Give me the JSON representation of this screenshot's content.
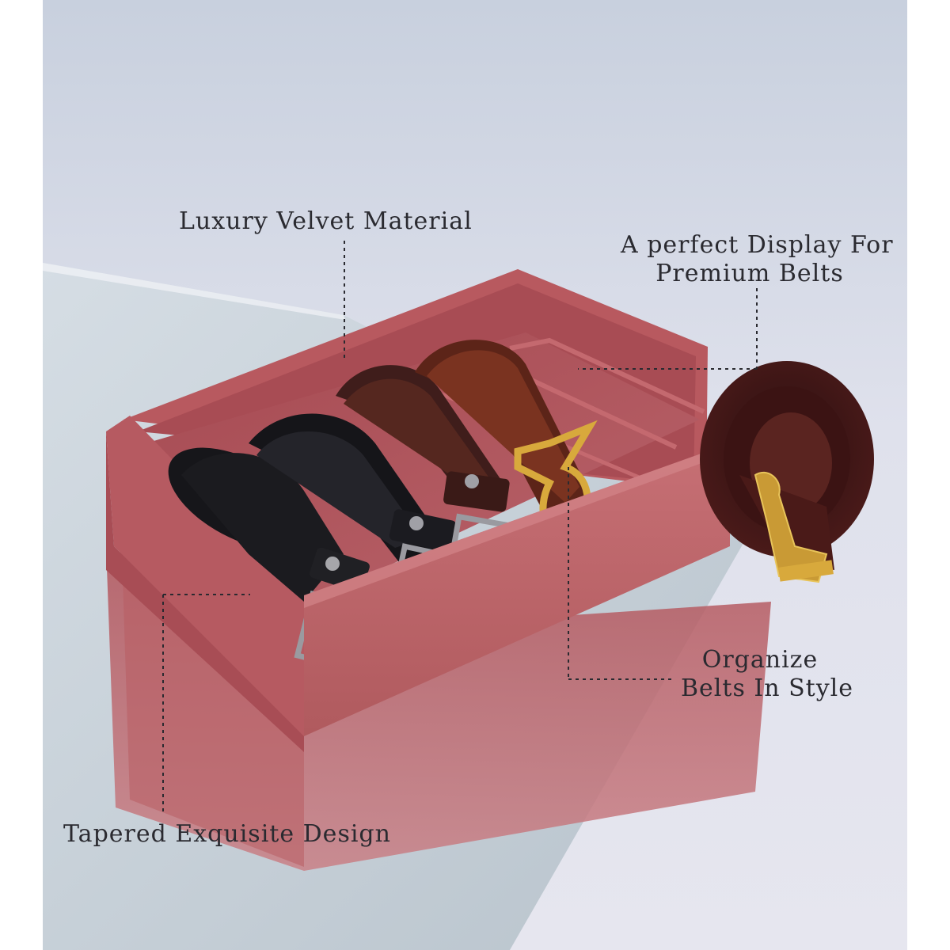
{
  "callouts": {
    "velvet": "Luxury Velvet Material",
    "display_line1": "A perfect Display For",
    "display_line2": "Premium Belts",
    "organize_line1": "Organize",
    "organize_line2": "Belts In Style",
    "tapered": "Tapered Exquisite Design"
  },
  "colors": {
    "velvet": "#b2565c",
    "velvet_light": "#c8737a",
    "background": "#dcdfea",
    "mirror": "#c3cbd4",
    "belt_black": "#1b1b1f",
    "belt_brown": "#4a2420",
    "belt_tan": "#6e2a1c",
    "gold": "#d8a93c"
  }
}
